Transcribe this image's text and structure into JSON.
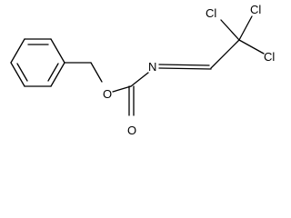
{
  "molecule": {
    "atom_labels": {
      "oxygen_ester": "O",
      "oxygen_carbonyl": "O",
      "nitrogen": "N",
      "chlorine_1": "Cl",
      "chlorine_2": "Cl",
      "chlorine_3": "Cl"
    },
    "colors": {
      "bond": "#000000",
      "text": "#000000",
      "background": "#ffffff"
    }
  }
}
